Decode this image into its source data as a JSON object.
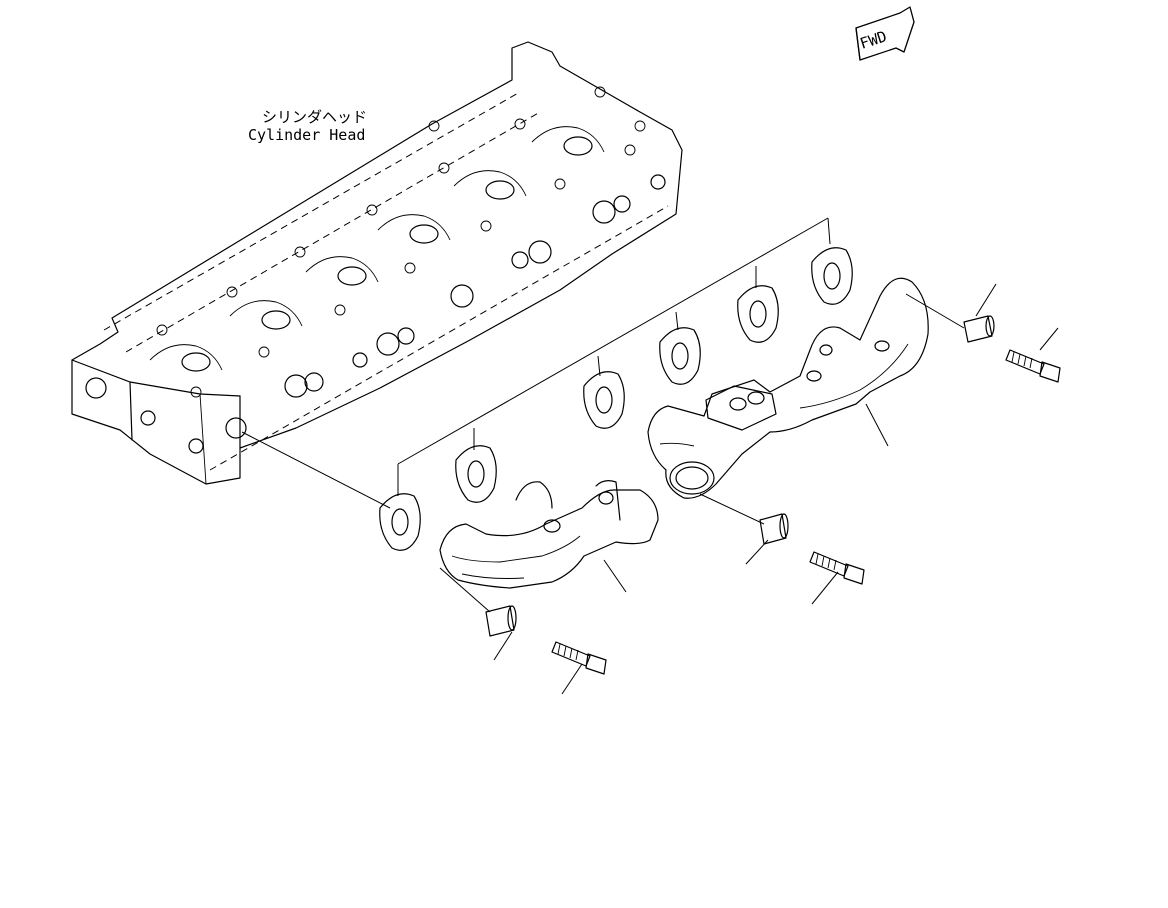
{
  "labels": {
    "cylinder_head_jp": "シリンダヘッド",
    "cylinder_head_en": "Cylinder Head",
    "forward_arrow": "FWD"
  },
  "icons": {
    "forward": "fwd-arrow-icon"
  },
  "colors": {
    "line": "#000000",
    "background": "#ffffff"
  }
}
